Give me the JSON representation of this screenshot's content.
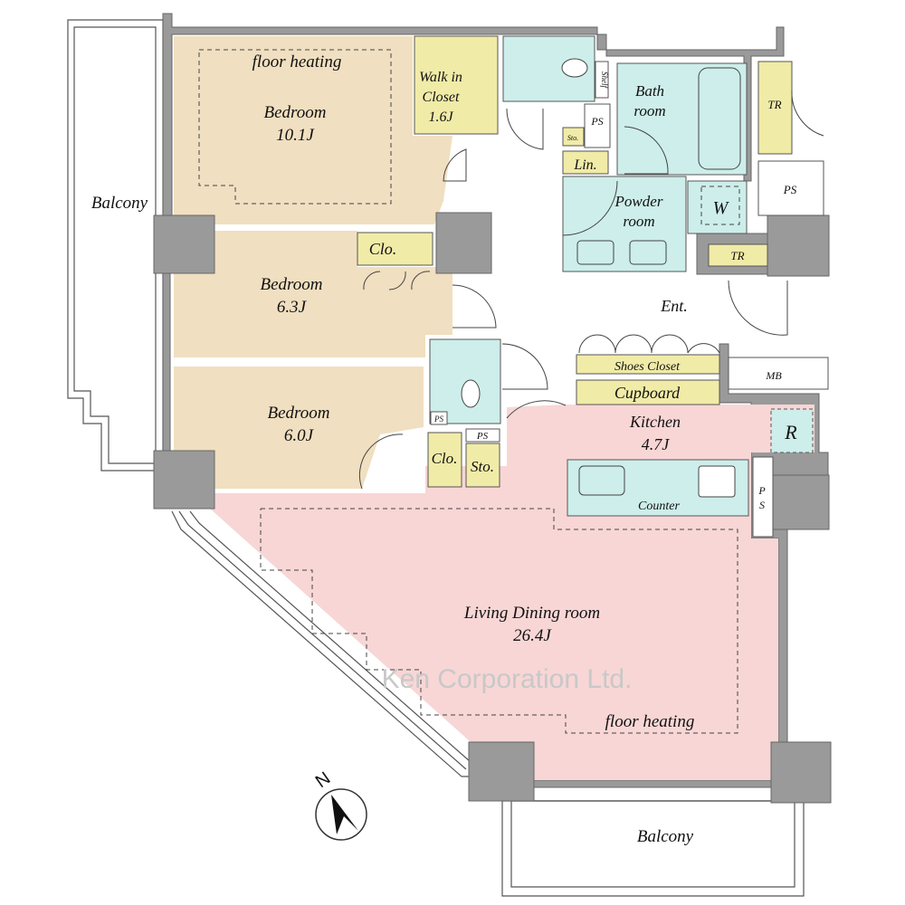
{
  "rooms": {
    "bedroom1": {
      "name": "Bedroom",
      "size": "10.1J",
      "note": "floor heating"
    },
    "bedroom2": {
      "name": "Bedroom",
      "size": "6.3J"
    },
    "bedroom3": {
      "name": "Bedroom",
      "size": "6.0J"
    },
    "walk_in_closet": {
      "line1": "Walk in",
      "line2": "Closet",
      "size": "1.6J"
    },
    "living": {
      "name": "Living Dining room",
      "size": "26.4J",
      "note": "floor heating"
    },
    "kitchen": {
      "name": "Kitchen",
      "size": "4.7J"
    },
    "bath": {
      "line1": "Bath",
      "line2": "room"
    },
    "powder": {
      "line1": "Powder",
      "line2": "room"
    },
    "entrance": "Ent.",
    "balcony_west": "Balcony",
    "balcony_south": "Balcony"
  },
  "fixtures": {
    "shelf": "Shelf",
    "ps": "PS",
    "ps_vertical": [
      "P",
      "S"
    ],
    "sto": "Sto.",
    "lin": "Lin.",
    "clo": "Clo.",
    "tr": "TR",
    "w": "W",
    "r": "R",
    "mb": "MB",
    "shoes_closet": "Shoes Closet",
    "cupboard": "Cupboard",
    "counter": "Counter"
  },
  "compass": "N",
  "watermark": "Ken Corporation Ltd.",
  "colors": {
    "bedroom": "#f0dfc0",
    "living": "#f8d6d6",
    "wet": "#cdeeea",
    "storage": "#f1eba8",
    "wall": "#9a9a9a"
  }
}
